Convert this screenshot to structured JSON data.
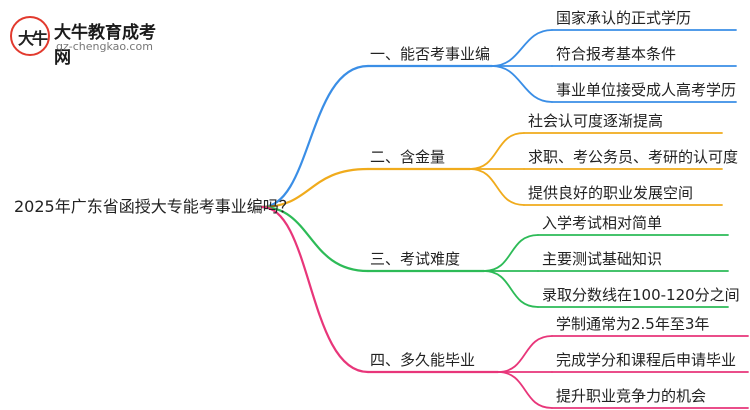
{
  "logo": {
    "badge_text": "大牛",
    "title": "大牛教育成考网",
    "url": "gz-chengkao.com"
  },
  "root": "2025年广东省函授大专能考事业编吗？",
  "branches": [
    {
      "label": "一、能否考事业编",
      "color": "#3a8ee6",
      "children": [
        "国家承认的正式学历",
        "符合报考基本条件",
        "事业单位接受成人高考学历"
      ]
    },
    {
      "label": "二、含金量",
      "color": "#f0ab1c",
      "children": [
        "社会认可度逐渐提高",
        "求职、考公务员、考研的认可度",
        "提供良好的职业发展空间"
      ]
    },
    {
      "label": "三、考试难度",
      "color": "#2dbb57",
      "children": [
        "入学考试相对简单",
        "主要测试基础知识",
        "录取分数线在100-120分之间"
      ]
    },
    {
      "label": "四、多久能毕业",
      "color": "#e8367a",
      "children": [
        "学制通常为2.5年至3年",
        "完成学分和课程后申请毕业",
        "提升职业竞争力的机会"
      ]
    }
  ]
}
